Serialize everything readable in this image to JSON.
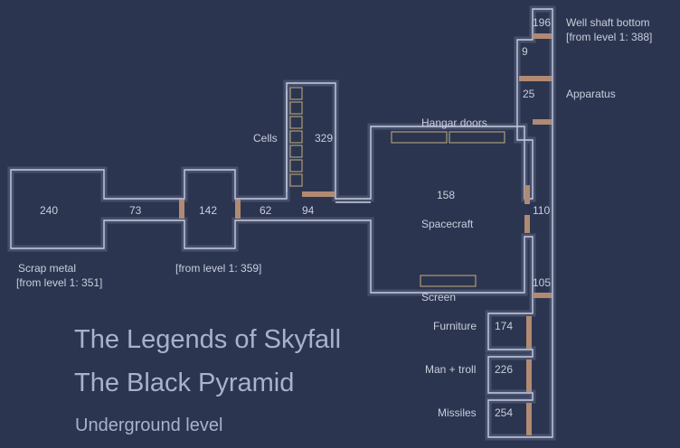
{
  "rooms": {
    "scrap_metal": {
      "number": "240",
      "name": "Scrap metal",
      "note": "[from level 1: 351]"
    },
    "corridor_a": {
      "number": "73"
    },
    "room_142": {
      "number": "142",
      "note": "[from level 1: 359]"
    },
    "corridor_b": {
      "number": "62"
    },
    "corridor_c": {
      "number": "94"
    },
    "cells": {
      "name": "Cells",
      "number": "329"
    },
    "hangar": {
      "number": "158",
      "doors": "Hangar doors",
      "craft": "Spacecraft",
      "screen": "Screen"
    },
    "shaft_bottom": {
      "number": "196",
      "name": "Well shaft bottom",
      "note": "[from level 1: 388]"
    },
    "room_9": {
      "number": "9"
    },
    "apparatus": {
      "number": "25",
      "name": "Apparatus"
    },
    "corridor_110": {
      "number": "110"
    },
    "corridor_105": {
      "number": "105"
    },
    "furniture": {
      "number": "174",
      "name": "Furniture"
    },
    "man_troll": {
      "number": "226",
      "name": "Man + troll"
    },
    "missiles": {
      "number": "254",
      "name": "Missiles"
    }
  },
  "titles": {
    "game": "The Legends of Skyfall",
    "module": "The Black Pyramid",
    "level": "Underground level"
  },
  "colors": {
    "background": "#2c3550",
    "wall": "#c8cee0",
    "door": "#b08a72",
    "furnishing": "#b7a67a"
  }
}
